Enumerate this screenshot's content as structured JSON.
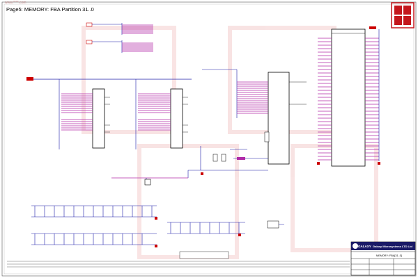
{
  "page": {
    "title": "Page5: MEMORY: FBA Partition 31..0",
    "watermark_text": "www.****.com"
  },
  "title_block": {
    "brand": "GALAXY",
    "company": "Galaxy Microsystems LTD Ltd",
    "sheet_title": "MEMORY: FBA[31..0]"
  },
  "colors": {
    "wire": "#1a1aa8",
    "bus": "#b02aa8",
    "component": "#000000",
    "net_label": "#cc0000",
    "title_band": "#1a1a66",
    "watermark": "#e8a3a3"
  }
}
